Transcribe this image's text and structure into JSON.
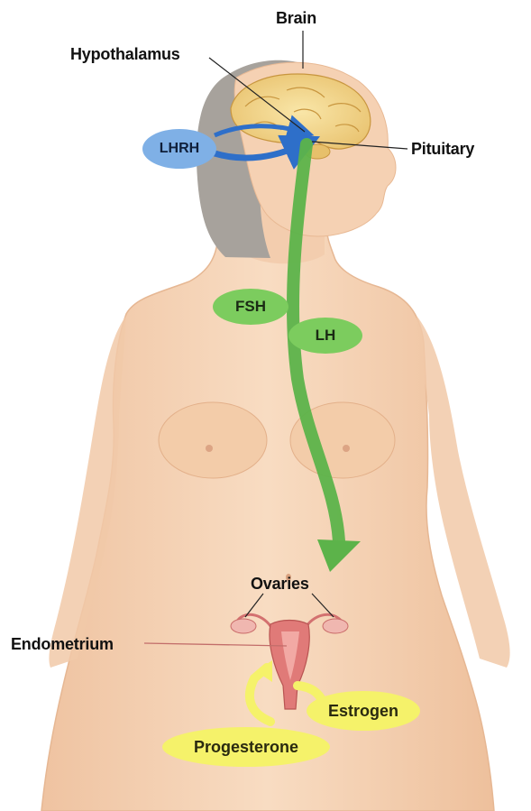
{
  "labels": {
    "brain": "Brain",
    "hypothalamus": "Hypothalamus",
    "pituitary": "Pituitary",
    "ovaries": "Ovaries",
    "endometrium": "Endometrium"
  },
  "hormones": {
    "lhrh": "LHRH",
    "fsh": "FSH",
    "lh": "LH",
    "estrogen": "Estrogen",
    "progesterone": "Progesterone"
  },
  "colors": {
    "skin": "#f6d2b4",
    "skin_shadow": "#e9b994",
    "hair": "#a7a29c",
    "brain": "#f4d98e",
    "lhrh_blue": "#7fb0e6",
    "arrow_blue": "#2e6fc9",
    "green": "#7ccc5e",
    "arrow_green": "#5cb34a",
    "yellow": "#f5f26a",
    "uterus": "#e07a78"
  }
}
